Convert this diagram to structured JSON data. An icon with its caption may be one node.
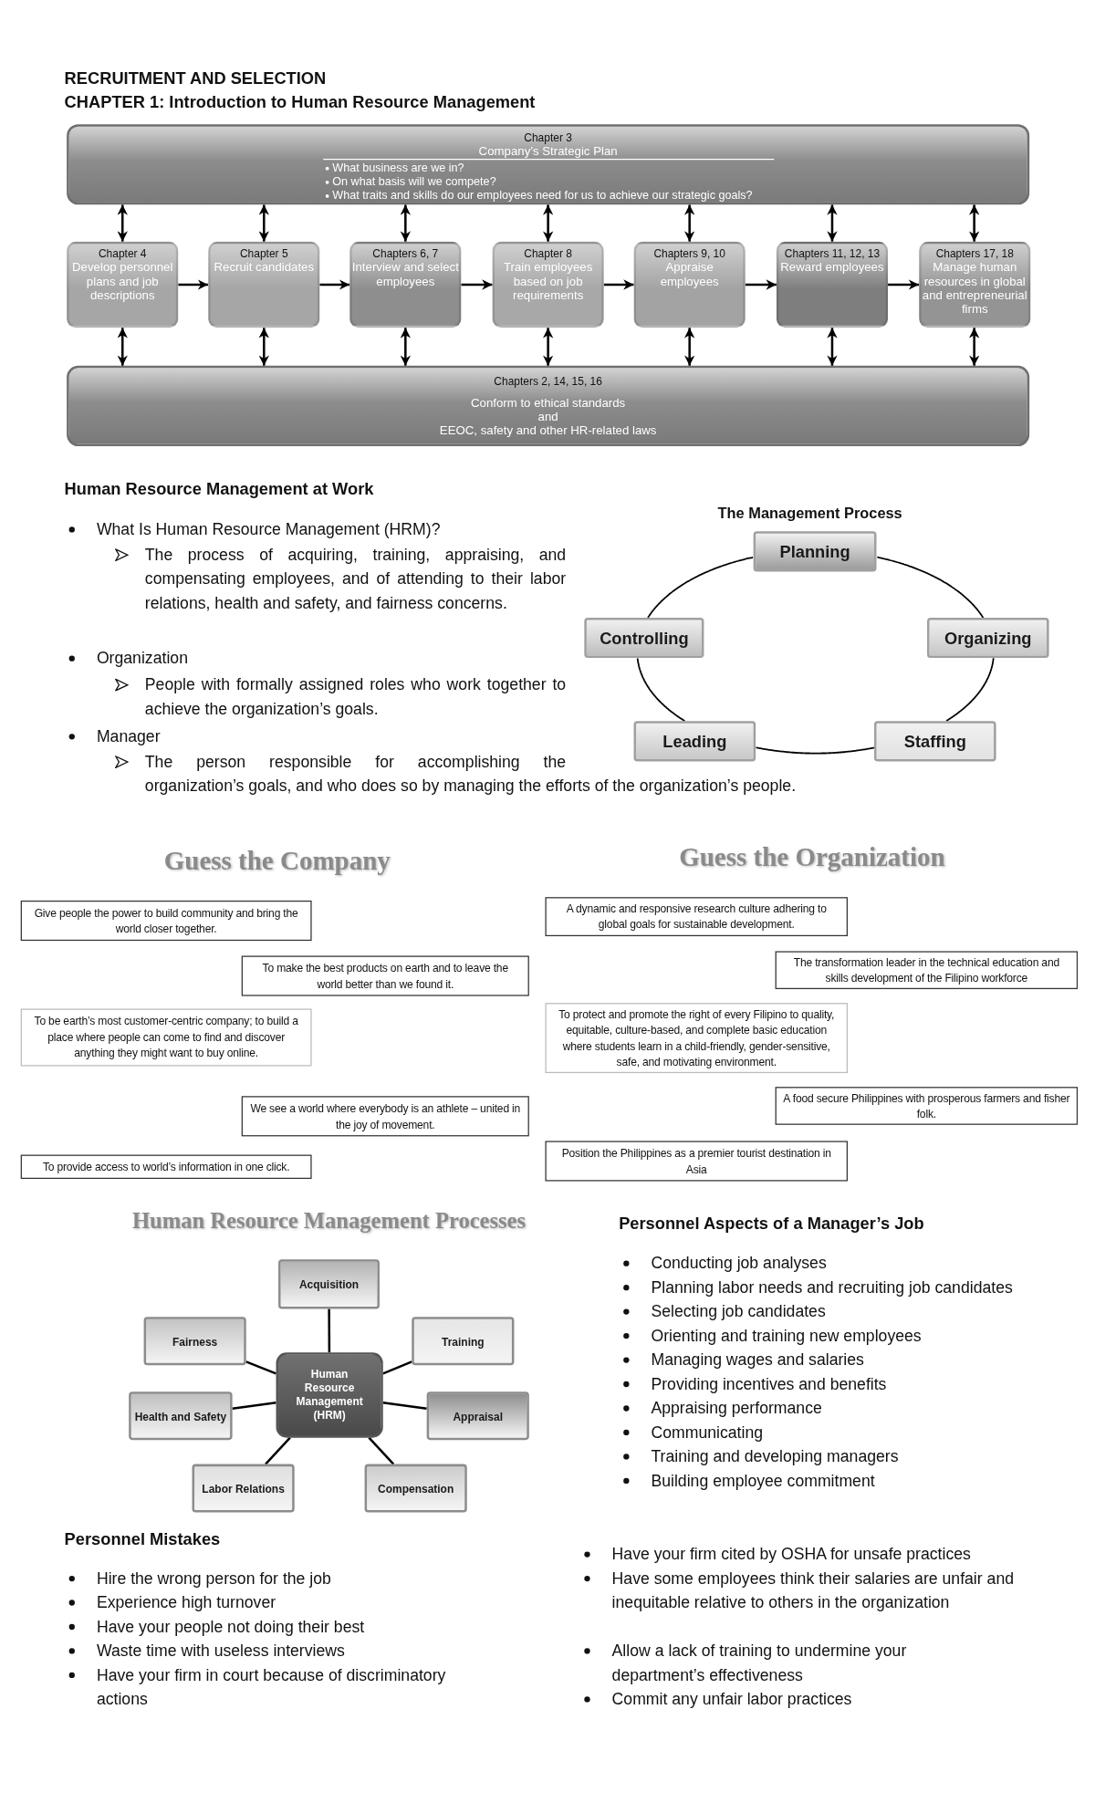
{
  "diagram": {
    "title": "RECRUITMENT AND SELECTION",
    "nodes": [
      {
        "text": [
          "Chapter 3",
          "Company’s Strategic Plan",
          "What business are we in?",
          "On what basis will we compete?",
          "What traits and skills do our employees need for us to achieve our strategic goals?"
        ]
      },
      {
        "text": [
          "Chapter 4",
          "Develop personnel plans and job descriptions"
        ]
      },
      {
        "text": [
          "Chapter 5",
          "Recruit candidates"
        ]
      },
      {
        "text": [
          "Chapters 6, 7",
          "Interview and select employees"
        ]
      },
      {
        "text": [
          "Chapter 8",
          "Train employees based on job requirements"
        ]
      },
      {
        "text": [
          "Chapters 9, 10",
          "Appraise employees"
        ]
      },
      {
        "text": [
          "Chapters 11, 12, 13",
          "Reward employees"
        ]
      },
      {
        "text": [
          "Chapters 17, 18",
          "Manage human resources in global and entrepreneurial firms"
        ]
      },
      {
        "text": [
          "Chapters 2, 14, 15, 16",
          "Conform to ethical standards",
          "and",
          "EEOC, safety and other HR-related laws"
        ]
      },
      {
        "text": [
          "Planning"
        ]
      },
      {
        "text": [
          "Controlling"
        ]
      },
      {
        "text": [
          "Organizing"
        ]
      },
      {
        "text": [
          "Leading"
        ]
      },
      {
        "text": [
          "Staffing"
        ]
      },
      {
        "text": [
          "Give people the power to build community and bring the world closer together."
        ]
      },
      {
        "text": [
          "To make the best products on earth and to leave the world better than we found it."
        ]
      },
      {
        "text": [
          "To be earth’s most customer-centric company; to build a place where people can come to find and discover anything they might want to buy online."
        ]
      },
      {
        "text": [
          "We see a world where everybody is an athlete – united in the joy of movement."
        ]
      },
      {
        "text": [
          "To provide access to world’s information in one click."
        ]
      },
      {
        "text": [
          "A dynamic and responsive research culture adhering to global goals for sustainable development."
        ]
      },
      {
        "text": [
          "The transformation leader in the technical education and skills development of the Filipino workforce"
        ]
      },
      {
        "text": [
          "To protect and promote the right of every Filipino to quality, equitable, culture-based, and complete basic education where students learn in a child-friendly, gender-sensitive, safe, and motivating environment."
        ]
      },
      {
        "text": [
          "A food secure Philippines with prosperous farmers and fisher folk."
        ]
      },
      {
        "text": [
          "Position the Philippines as a premier tourist destination in Asia"
        ]
      },
      {
        "text": [
          "Acquisition"
        ]
      },
      {
        "text": [
          "Fairness"
        ]
      },
      {
        "text": [
          "Training"
        ]
      },
      {
        "text": [
          "Human Resource Management (HRM)"
        ]
      },
      {
        "text": [
          "Health and Safety"
        ]
      },
      {
        "text": [
          "Appraisal"
        ]
      },
      {
        "text": [
          "Labor Relations"
        ]
      },
      {
        "text": [
          "Compensation"
        ]
      }
    ],
    "edges": [
      {
        "from": 0,
        "to": 1,
        "arrow": "both"
      },
      {
        "from": 0,
        "to": 2,
        "arrow": "both"
      },
      {
        "from": 0,
        "to": 3,
        "arrow": "both"
      },
      {
        "from": 0,
        "to": 4,
        "arrow": "both"
      },
      {
        "from": 0,
        "to": 5,
        "arrow": "both"
      },
      {
        "from": 0,
        "to": 6,
        "arrow": "both"
      },
      {
        "from": 0,
        "to": 7,
        "arrow": "both"
      },
      {
        "from": 1,
        "to": 2,
        "arrow": "to"
      },
      {
        "from": 2,
        "to": 3,
        "arrow": "to"
      },
      {
        "from": 3,
        "to": 4,
        "arrow": "to"
      },
      {
        "from": 4,
        "to": 5,
        "arrow": "to"
      },
      {
        "from": 5,
        "to": 6,
        "arrow": "to"
      },
      {
        "from": 6,
        "to": 7,
        "arrow": "to"
      },
      {
        "from": 1,
        "to": 8,
        "arrow": "both"
      },
      {
        "from": 2,
        "to": 8,
        "arrow": "both"
      },
      {
        "from": 3,
        "to": 8,
        "arrow": "both"
      },
      {
        "from": 4,
        "to": 8,
        "arrow": "both"
      },
      {
        "from": 5,
        "to": 8,
        "arrow": "both"
      },
      {
        "from": 6,
        "to": 8,
        "arrow": "both"
      },
      {
        "from": 7,
        "to": 8,
        "arrow": "both"
      },
      {
        "from": 9,
        "to": 11,
        "arrow": "none"
      },
      {
        "from": 11,
        "to": 13,
        "arrow": "none"
      },
      {
        "from": 13,
        "to": 12,
        "arrow": "none"
      },
      {
        "from": 12,
        "to": 10,
        "arrow": "none"
      },
      {
        "from": 10,
        "to": 9,
        "arrow": "none"
      },
      {
        "from": 27,
        "to": 24,
        "arrow": "none"
      },
      {
        "from": 27,
        "to": 25,
        "arrow": "none"
      },
      {
        "from": 27,
        "to": 26,
        "arrow": "none"
      },
      {
        "from": 27,
        "to": 28,
        "arrow": "none"
      },
      {
        "from": 27,
        "to": 29,
        "arrow": "none"
      },
      {
        "from": 27,
        "to": 30,
        "arrow": "none"
      },
      {
        "from": 27,
        "to": 31,
        "arrow": "none"
      }
    ],
    "labels": [
      "CHAPTER 1: Introduction to Human Resource Management",
      "Human Resource Management at Work",
      "The Management Process",
      "What Is Human Resource Management (HRM)?",
      "The process of acquiring, training, appraising, and compensating employees, and of attending to their labor relations, health and safety, and fairness concerns.",
      "Organization",
      "People with formally assigned roles who work together to achieve the organization’s goals.",
      "Manager",
      "The person responsible for accomplishing the organization’s goals, and who does so by managing the efforts of the organization’s people.",
      "Guess the Company",
      "Guess the Organization",
      "Human Resource Management Processes",
      "Personnel Aspects of a Manager’s Job",
      "Conducting job analyses",
      "Planning labor needs and recruiting job candidates",
      "Selecting job candidates",
      "Orienting and training new employees",
      "Managing wages and salaries",
      "Providing incentives and benefits",
      "Appraising performance",
      "Communicating",
      "Training and developing managers",
      "Building employee commitment",
      "Personnel Mistakes",
      "Hire the wrong person for the job",
      "Experience high turnover",
      "Have your people not doing their best",
      "Waste time with useless interviews",
      "Have your firm in court because of discriminatory actions",
      "Have your firm cited by OSHA for unsafe practices",
      "Have some employees think their salaries are unfair and inequitable relative to others in the organization",
      "Allow a lack of training to undermine your department’s effectiveness",
      "Commit any unfair labor practices"
    ]
  }
}
